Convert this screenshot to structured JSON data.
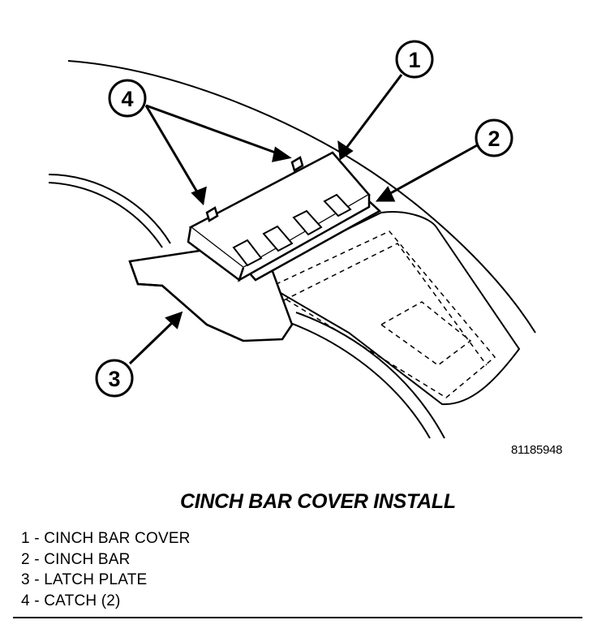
{
  "figure_id": "81185948",
  "title": "CINCH BAR COVER INSTALL",
  "callouts": [
    {
      "number": "1"
    },
    {
      "number": "2"
    },
    {
      "number": "3"
    },
    {
      "number": "4"
    }
  ],
  "legend": [
    {
      "text": "1 - CINCH BAR COVER"
    },
    {
      "text": "2 - CINCH BAR"
    },
    {
      "text": "3 - LATCH PLATE"
    },
    {
      "text": "4 - CATCH (2)"
    }
  ]
}
